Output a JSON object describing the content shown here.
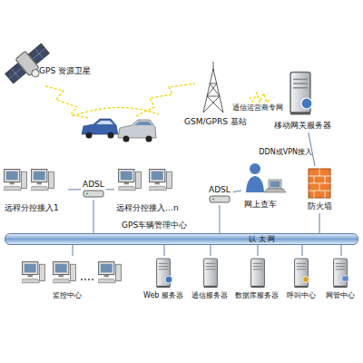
{
  "diagram": {
    "nodes": [
      {
        "text": [
          "GPS 资源卫星"
        ]
      },
      {
        "text": [
          "GSM/GPRS 基站"
        ]
      },
      {
        "text": [
          "移动网关服务器"
        ]
      },
      {
        "text": [
          "远程分控接入1"
        ]
      },
      {
        "text": [
          "ADSL"
        ]
      },
      {
        "text": [
          "远程分控接入…n"
        ]
      },
      {
        "text": [
          "ADSL"
        ]
      },
      {
        "text": [
          "网上查车"
        ]
      },
      {
        "text": [
          "防火墙"
        ]
      },
      {
        "text": [
          "GPS车辆管理中心",
          "以 太 网"
        ]
      },
      {
        "text": [
          "监控中心"
        ]
      },
      {
        "text": [
          "Web 服务器"
        ]
      },
      {
        "text": [
          "通信服务器"
        ]
      },
      {
        "text": [
          "数据库服务器"
        ]
      },
      {
        "text": [
          "呼叫中心"
        ]
      },
      {
        "text": [
          "网管中心"
        ]
      }
    ],
    "edges": [
      {
        "from": 1,
        "to": 2,
        "arrow": "none"
      },
      {
        "from": 2,
        "to": 8,
        "label": "DDN或VPN接入",
        "arrow": "none"
      },
      {
        "from": 8,
        "to": 9,
        "arrow": "none"
      },
      {
        "from": 4,
        "to": 3,
        "arrow": "none"
      },
      {
        "from": 4,
        "to": 5,
        "arrow": "none"
      },
      {
        "from": 4,
        "to": 9,
        "arrow": "none"
      },
      {
        "from": 6,
        "to": 7,
        "arrow": "none"
      },
      {
        "from": 6,
        "to": 9,
        "arrow": "none"
      },
      {
        "from": 9,
        "to": 10,
        "arrow": "none"
      },
      {
        "from": 9,
        "to": 11,
        "arrow": "none"
      },
      {
        "from": 9,
        "to": 12,
        "arrow": "none"
      },
      {
        "from": 9,
        "to": 13,
        "arrow": "none"
      },
      {
        "from": 9,
        "to": 14,
        "arrow": "none"
      },
      {
        "from": 9,
        "to": 15,
        "arrow": "none"
      }
    ],
    "labels": [
      "通信运营商专网"
    ]
  }
}
